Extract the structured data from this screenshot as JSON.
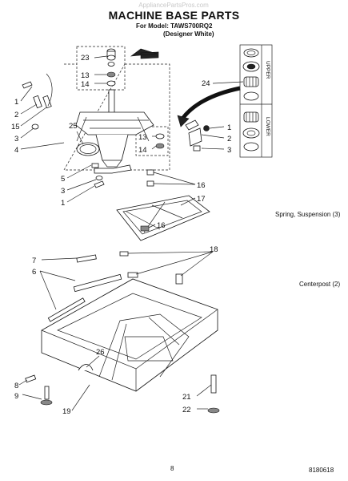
{
  "header": {
    "watermark": "AppliancePartsPros.com",
    "title": "MACHINE BASE PARTS",
    "model_line": "For Model: TAWS700RQ2",
    "finish_line": "(Designer White)"
  },
  "callouts": {
    "c1a": "1",
    "c2a": "2",
    "c15": "15",
    "c3a": "3",
    "c4": "4",
    "c25": "25",
    "c5": "5",
    "c3b": "3",
    "c1b": "1",
    "c23": "23",
    "c13a": "13",
    "c14a": "14",
    "c13b": "13",
    "c14b": "14",
    "c24": "24",
    "c1c": "1",
    "c2b": "2",
    "c3c": "3",
    "c16a": "16",
    "c17": "17",
    "c16b": "16",
    "c7": "7",
    "c6": "6",
    "c18": "18",
    "c26": "26",
    "c8": "8",
    "c9": "9",
    "c19": "19",
    "c21": "21",
    "c22": "22"
  },
  "bearing_labels": {
    "upper": "UPPER",
    "lower": "LOWER"
  },
  "notes": {
    "spring": "Spring, Suspension (3)",
    "centerpost": "Centerpost (2)"
  },
  "footer": {
    "page_number": "8",
    "doc_number": "8180618"
  }
}
